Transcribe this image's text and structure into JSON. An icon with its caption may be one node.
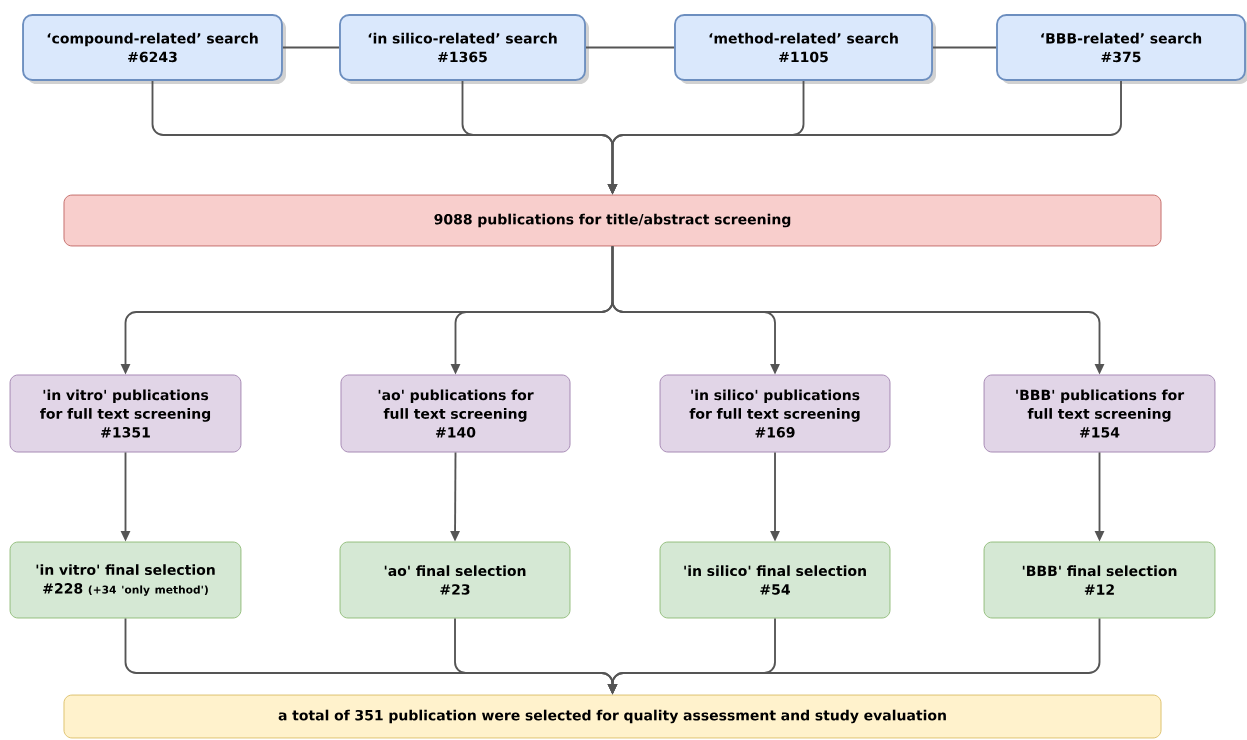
{
  "diagram": {
    "nodes": [
      {
        "text": [
          "‘compound-related’ search",
          "#6243"
        ]
      },
      {
        "text": [
          "‘in silico-related’ search",
          "#1365"
        ]
      },
      {
        "text": [
          "‘method-related’ search",
          "#1105"
        ]
      },
      {
        "text": [
          "‘BBB-related’ search",
          "#375"
        ]
      },
      {
        "text": [
          "9088 publications for title/abstract screening"
        ]
      },
      {
        "text": [
          "'in vitro' publications for full text screening",
          "#1351"
        ]
      },
      {
        "text": [
          "'ao' publications for full text screening",
          "#140"
        ]
      },
      {
        "text": [
          "'in silico' publications for full text screening",
          "#169"
        ]
      },
      {
        "text": [
          "'BBB' publications for full text screening",
          "#154"
        ]
      },
      {
        "text": [
          "'in vitro' final selection",
          "#228",
          "(+34 'only method')"
        ]
      },
      {
        "text": [
          "'ao' final selection",
          "#23"
        ]
      },
      {
        "text": [
          "'in silico' final selection",
          "#54"
        ]
      },
      {
        "text": [
          "'BBB' final selection",
          "#12"
        ]
      },
      {
        "text": [
          "a total of 351 publication were selected for quality assessment and study evaluation"
        ]
      }
    ],
    "edges": [
      {
        "from": 0,
        "to": 1,
        "arrow": "none"
      },
      {
        "from": 1,
        "to": 2,
        "arrow": "none"
      },
      {
        "from": 2,
        "to": 3,
        "arrow": "none"
      },
      {
        "from": 0,
        "to": 4,
        "arrow": "to"
      },
      {
        "from": 1,
        "to": 4,
        "arrow": "to"
      },
      {
        "from": 2,
        "to": 4,
        "arrow": "to"
      },
      {
        "from": 3,
        "to": 4,
        "arrow": "to"
      },
      {
        "from": 4,
        "to": 5,
        "arrow": "to"
      },
      {
        "from": 4,
        "to": 6,
        "arrow": "to"
      },
      {
        "from": 4,
        "to": 7,
        "arrow": "to"
      },
      {
        "from": 4,
        "to": 8,
        "arrow": "to"
      },
      {
        "from": 5,
        "to": 9,
        "arrow": "to"
      },
      {
        "from": 6,
        "to": 10,
        "arrow": "to"
      },
      {
        "from": 7,
        "to": 11,
        "arrow": "to"
      },
      {
        "from": 8,
        "to": 12,
        "arrow": "to"
      },
      {
        "from": 9,
        "to": 13,
        "arrow": "to"
      },
      {
        "from": 10,
        "to": 13,
        "arrow": "to"
      },
      {
        "from": 11,
        "to": 13,
        "arrow": "to"
      },
      {
        "from": 12,
        "to": 13,
        "arrow": "to"
      }
    ]
  }
}
